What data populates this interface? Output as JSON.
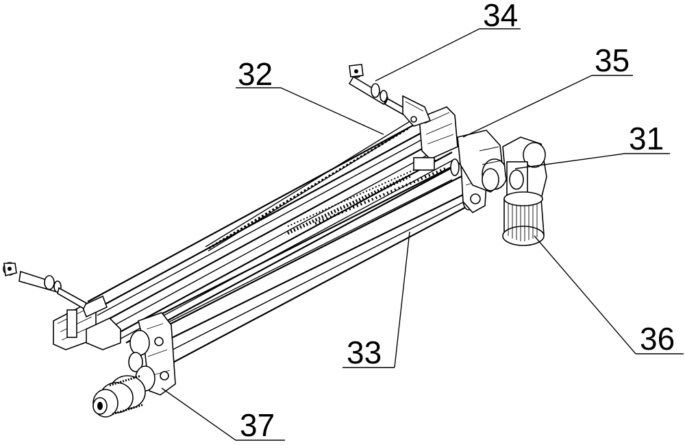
{
  "figure": {
    "callouts": [
      {
        "id": "31",
        "text": "31"
      },
      {
        "id": "32",
        "text": "32"
      },
      {
        "id": "33",
        "text": "33"
      },
      {
        "id": "34",
        "text": "34"
      },
      {
        "id": "35",
        "text": "35"
      },
      {
        "id": "36",
        "text": "36"
      },
      {
        "id": "37",
        "text": "37"
      }
    ]
  }
}
